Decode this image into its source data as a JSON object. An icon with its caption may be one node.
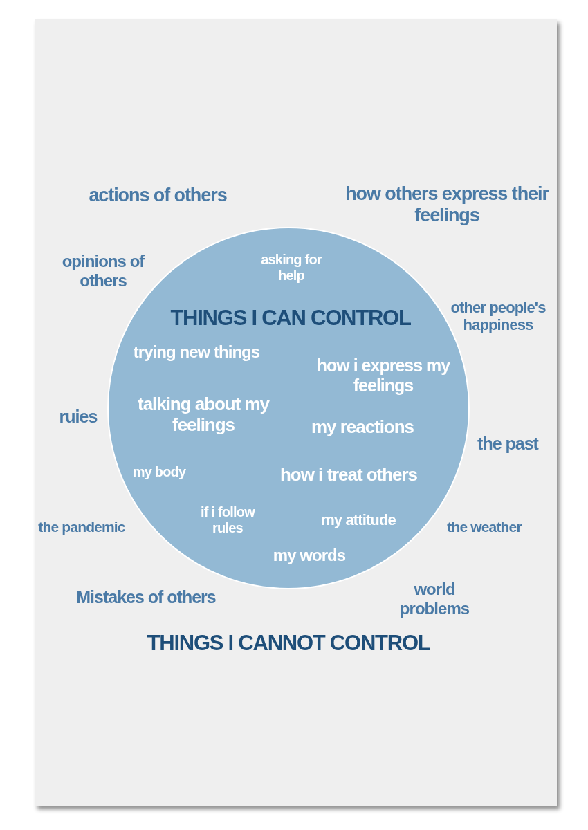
{
  "diagram": {
    "nodes": [
      {
        "text": [
          "asking for help",
          "THINGS I CAN CONTROL",
          "trying new things",
          "how i express my feelings",
          "talking about my feelings",
          "my reactions",
          "my body",
          "how i treat others",
          "if i follow rules",
          "my attitude",
          "my words"
        ]
      }
    ],
    "edges": [],
    "labels": [
      "actions of others",
      "how others express their feelings",
      "opinions of others",
      "other people's happiness",
      "ruies",
      "the past",
      "the pandemic",
      "the weather",
      "Mistakes of others",
      "world problems",
      "THINGS I CANNOT CONTROL"
    ]
  }
}
